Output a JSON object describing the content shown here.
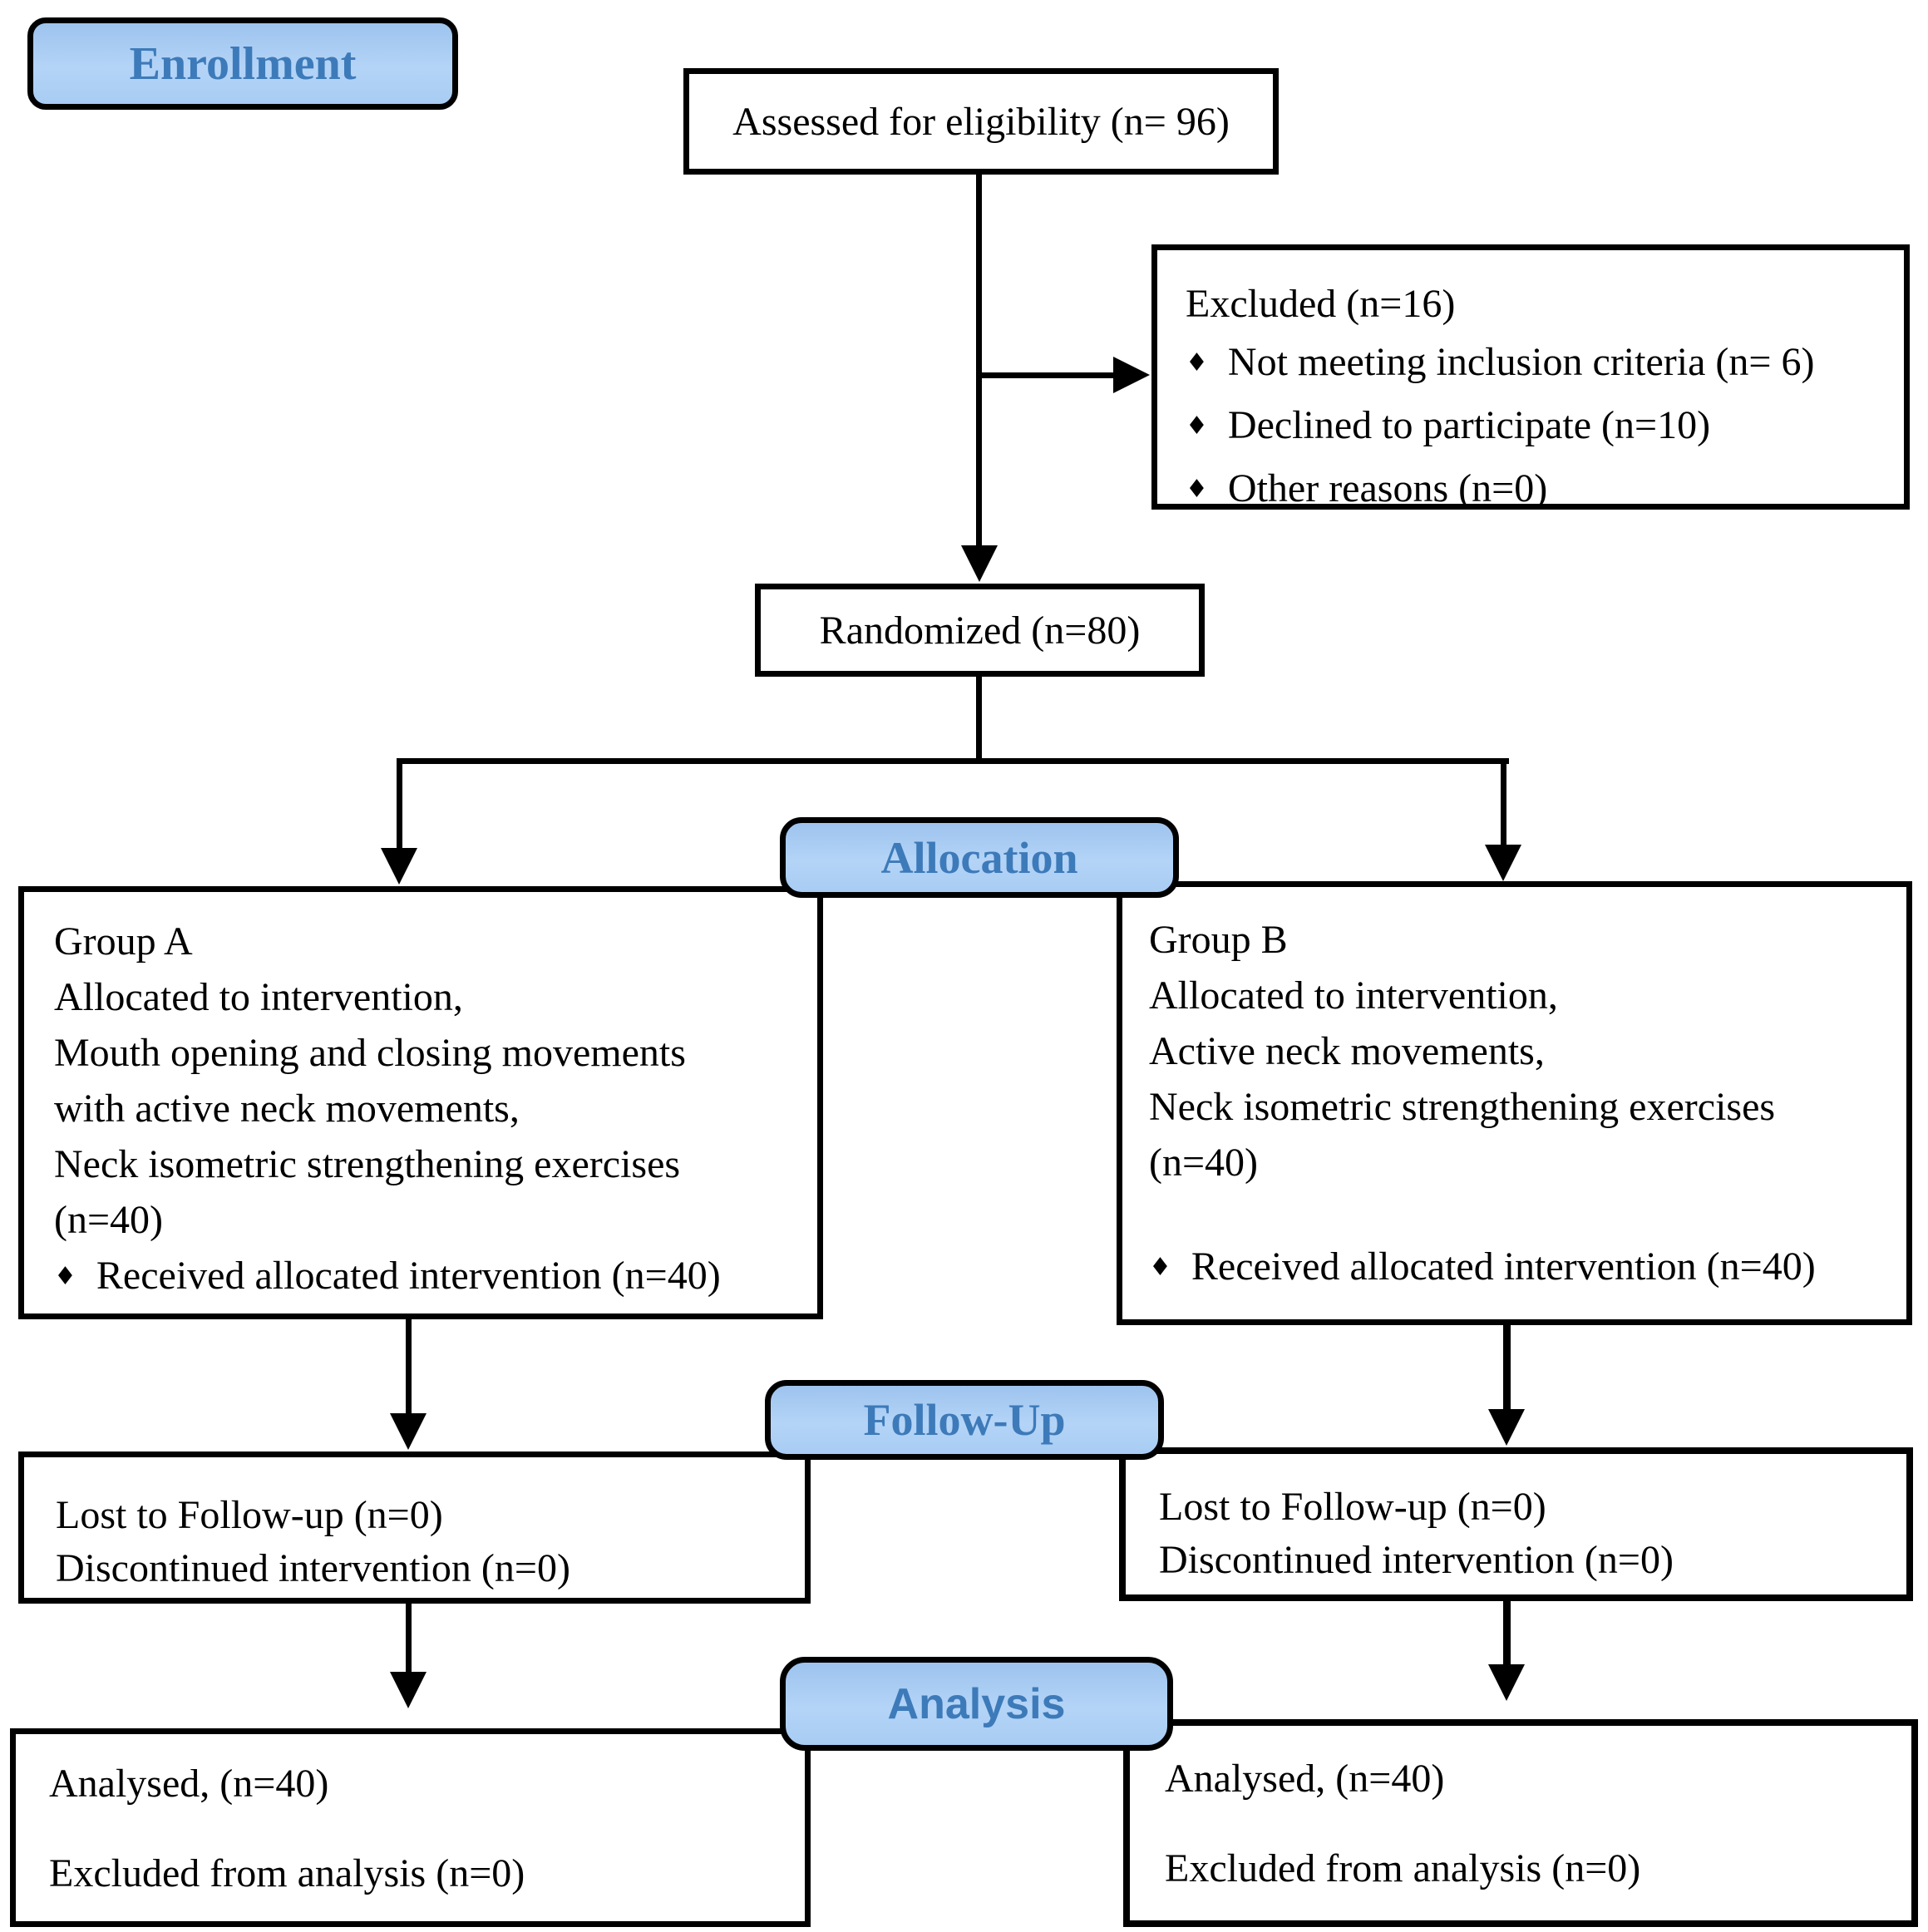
{
  "stage_labels": {
    "enrollment": "Enrollment",
    "allocation": "Allocation",
    "followup": "Follow-Up",
    "analysis": "Analysis"
  },
  "bullet_char": "♦",
  "boxes": {
    "assessed": {
      "text": "Assessed for eligibility (n= 96)"
    },
    "excluded": {
      "title": "Excluded (n=16)",
      "items": [
        "Not meeting inclusion criteria (n= 6)",
        "Declined to participate (n=10)",
        "Other reasons (n=0)"
      ]
    },
    "randomized": {
      "text": "Randomized (n=80)"
    },
    "group_a": {
      "lines": [
        "Group A",
        "Allocated to intervention,",
        "Mouth opening and closing movements",
        "with active neck movements,",
        "Neck isometric strengthening exercises",
        "(n=40)"
      ],
      "bullet_item": "Received allocated intervention (n=40)"
    },
    "group_b": {
      "lines": [
        "Group B",
        "Allocated to intervention,",
        "Active neck movements,",
        "Neck isometric strengthening exercises",
        "(n=40)"
      ],
      "bullet_item": "Received allocated intervention (n=40)"
    },
    "followup_left": {
      "lines": [
        "Lost to Follow-up (n=0)",
        "Discontinued intervention (n=0)"
      ]
    },
    "followup_right": {
      "lines": [
        "Lost to Follow-up (n=0)",
        "Discontinued intervention (n=0)"
      ]
    },
    "analysis_left": {
      "line1": "Analysed, (n=40)",
      "line2": "Excluded from analysis (n=0)"
    },
    "analysis_right": {
      "line1": "Analysed, (n=40)",
      "line2": "Excluded from analysis (n=0)"
    }
  },
  "colors": {
    "pill_fill": "#a9cbf2",
    "pill_fill_top": "#9dc3ee",
    "pill_text": "#3d7ab9",
    "box_border": "#000000",
    "box_fill": "#ffffff",
    "connector": "#000000",
    "text": "#000000",
    "background": "#ffffff"
  }
}
